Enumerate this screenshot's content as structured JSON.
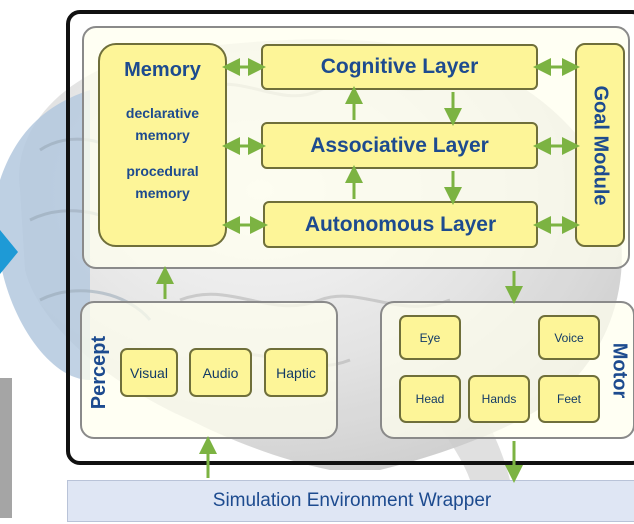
{
  "cognitive_layer": "Cognitive Layer",
  "associative_layer": "Associative Layer",
  "autonomous_layer": "Autonomous Layer",
  "goal_module": "Goal Module",
  "memory": {
    "title": "Memory",
    "declarative_line1": "declarative",
    "declarative_line2": "memory",
    "procedural_line1": "procedural",
    "procedural_line2": "memory"
  },
  "percept": {
    "title": "Percept",
    "items": [
      "Visual",
      "Audio",
      "Haptic"
    ]
  },
  "motor": {
    "title": "Motor",
    "eye": "Eye",
    "voice": "Voice",
    "head": "Head",
    "hands": "Hands",
    "feet": "Feet"
  },
  "wrapper_label": "Simulation Environment Wrapper",
  "colors": {
    "box_fill": "#fdf598",
    "text_blue": "#1d4b8f",
    "arrow_green": "#7cb342",
    "wrapper_fill": "#dfe6f4"
  }
}
